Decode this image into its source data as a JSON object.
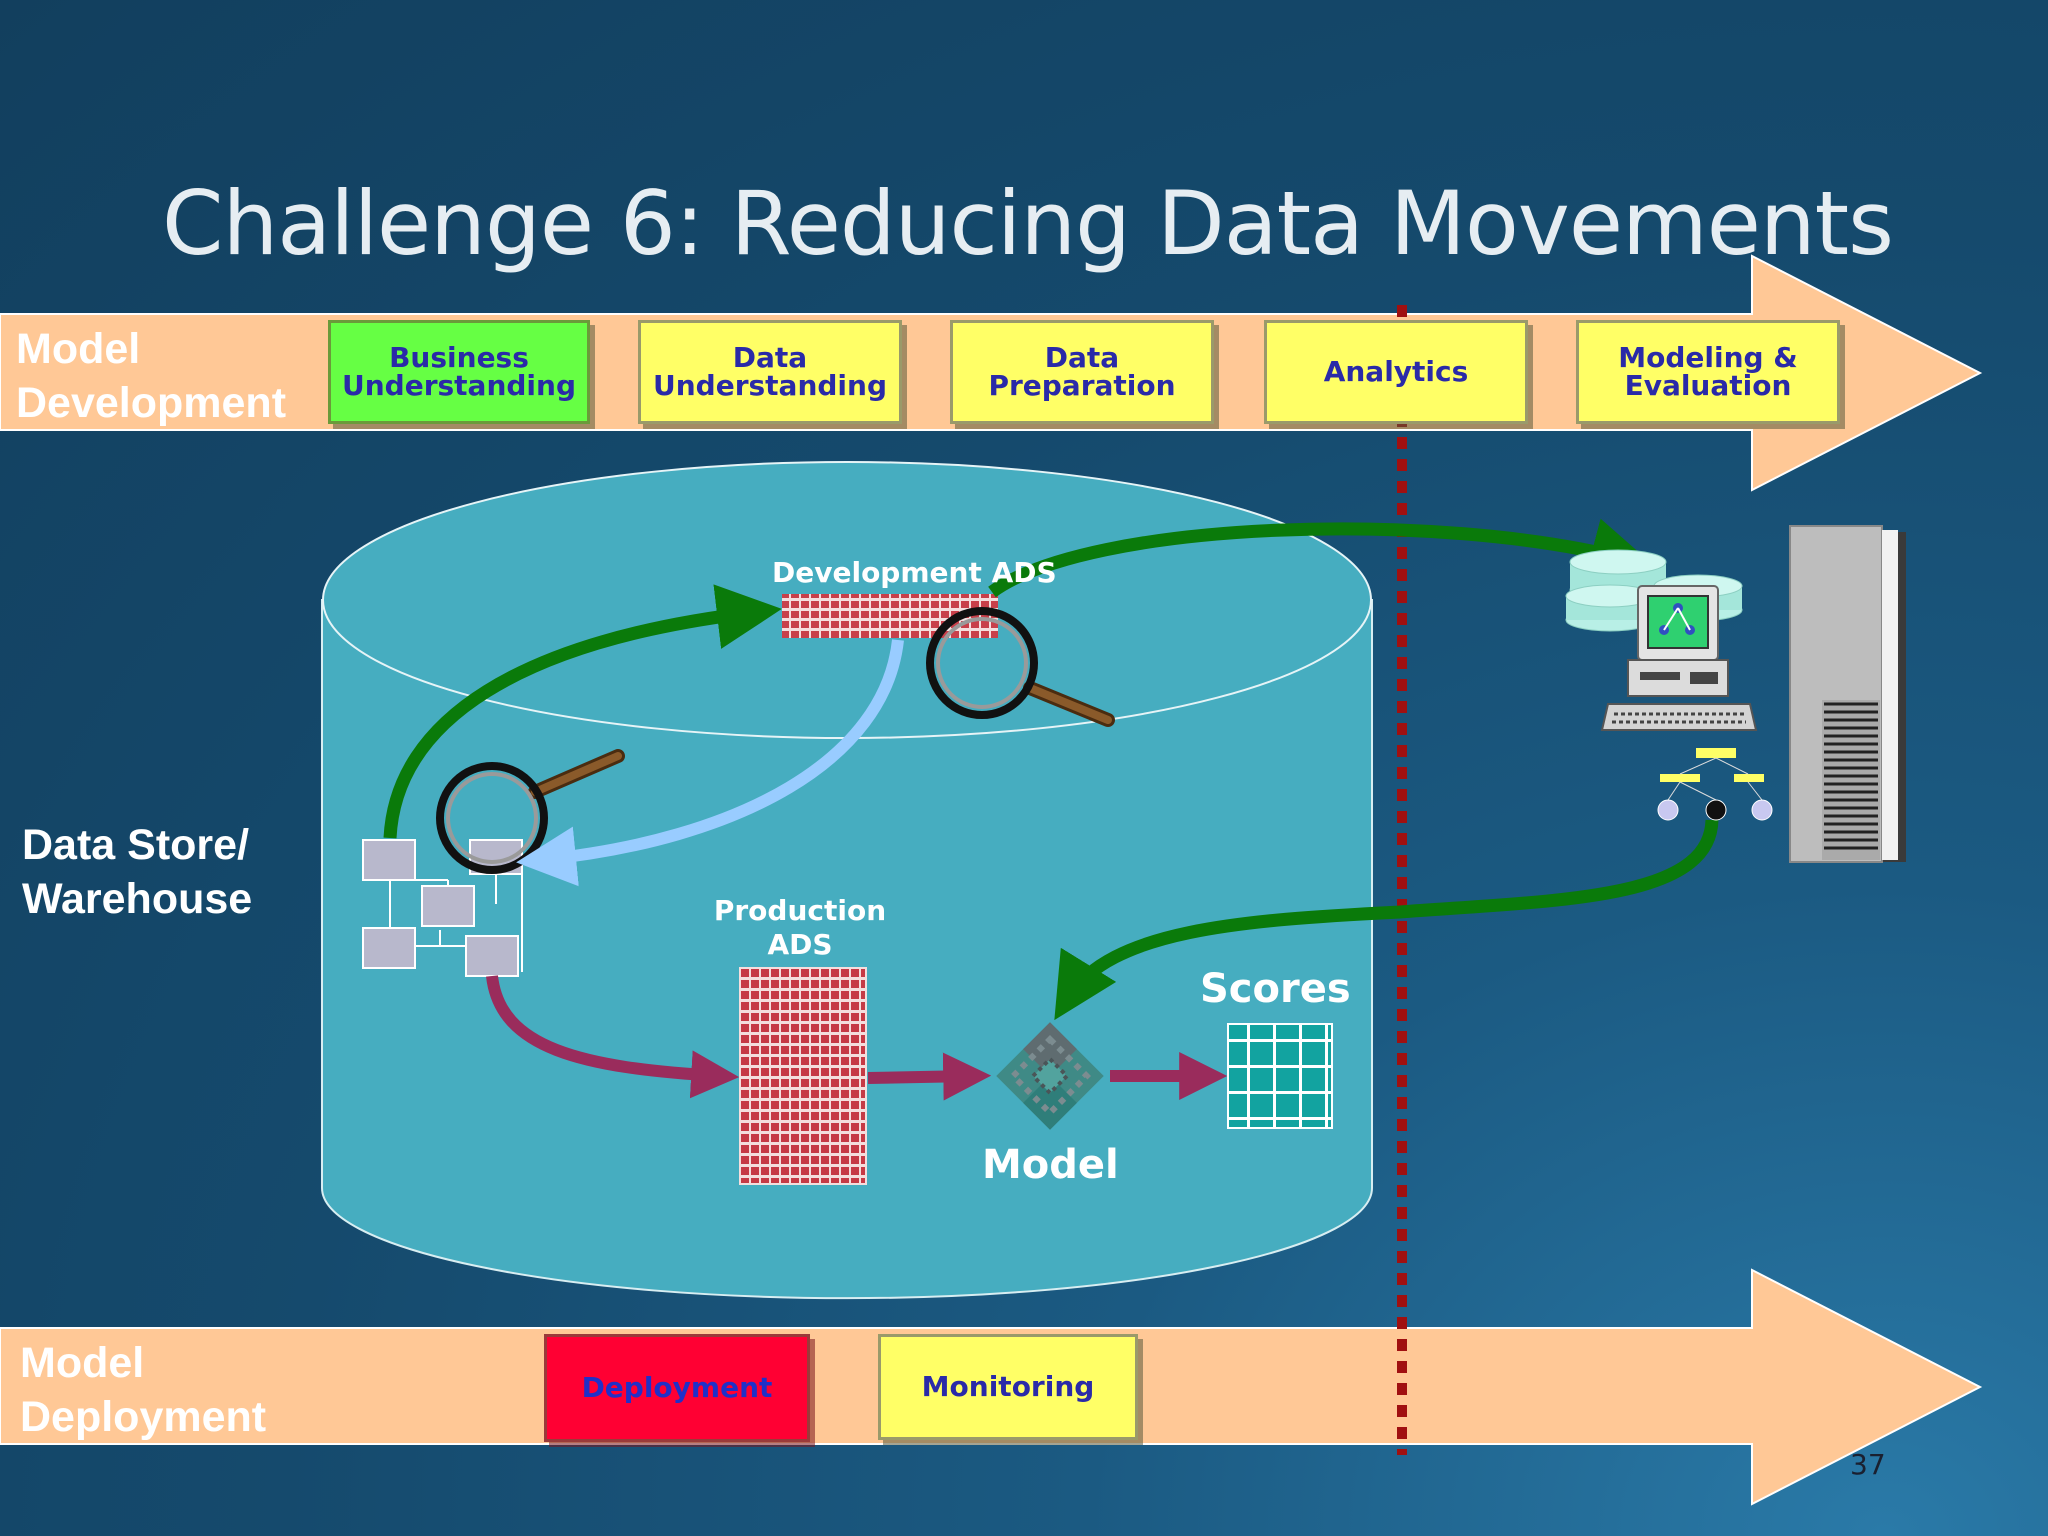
{
  "slide": {
    "title": "Challenge 6: Reducing Data Movements",
    "page_number": "37"
  },
  "model_development": {
    "label": "Model\nDevelopment",
    "stages": [
      {
        "label": "Business\nUnderstanding",
        "color": "#66ff44"
      },
      {
        "label": "Data\nUnderstanding",
        "color": "#ffff66"
      },
      {
        "label": "Data\nPreparation",
        "color": "#ffff66"
      },
      {
        "label": "Analytics",
        "color": "#ffff66"
      },
      {
        "label": "Modeling &\nEvaluation",
        "color": "#ffff66"
      }
    ]
  },
  "model_deployment": {
    "label": "Model\nDeployment",
    "stages": [
      {
        "label": "Deployment",
        "color": "#ff0033"
      },
      {
        "label": "Monitoring",
        "color": "#ffff66"
      }
    ]
  },
  "data_store": {
    "label": "Data Store/\nWarehouse",
    "development_ads": "Development ADS",
    "production_ads": "Production\nADS",
    "model": "Model",
    "scores": "Scores"
  },
  "colors": {
    "arrow_band": "#ffc896",
    "cylinder": "#46adc0",
    "flow_arrow_green": "#0a7a0a",
    "flow_arrow_blue": "#99ccff",
    "flow_arrow_magenta": "#9a2c5c",
    "divider": "#a01010"
  }
}
